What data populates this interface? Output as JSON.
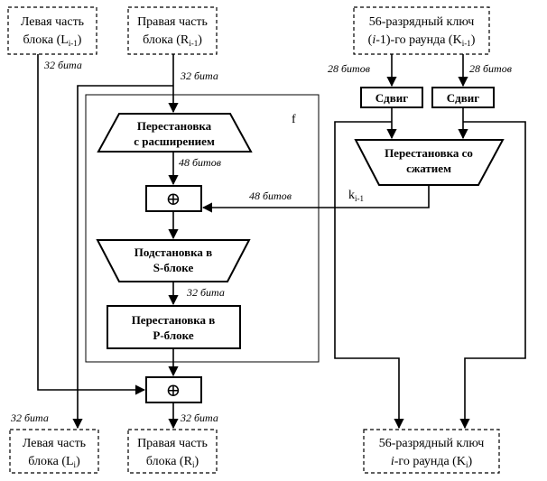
{
  "inputs": {
    "left": {
      "line1": "Левая часть",
      "line2_prefix": "блока (L",
      "line2_sub": "i-1",
      "line2_suffix": ")"
    },
    "right": {
      "line1": "Правая часть",
      "line2_prefix": "блока (R",
      "line2_sub": "i-1",
      "line2_suffix": ")"
    },
    "key": {
      "line1": "56-разрядный ключ",
      "line2_prefix": "(",
      "line2_italic": "i",
      "line2_mid": "-1)-го раунда (K",
      "line2_sub": "i-1",
      "line2_suffix": ")"
    }
  },
  "outputs": {
    "left": {
      "line1": "Левая часть",
      "line2_prefix": "блока (L",
      "line2_sub": "i",
      "line2_suffix": ")"
    },
    "right": {
      "line1": "Правая часть",
      "line2_prefix": "блока (R",
      "line2_sub": "i",
      "line2_suffix": ")"
    },
    "key": {
      "line1": "56-разрядный ключ",
      "line2_italic": "i",
      "line2_mid": "-го раунда (K",
      "line2_sub": "i",
      "line2_suffix": ")"
    }
  },
  "function_label": "f",
  "blocks": {
    "expansion": {
      "line1": "Перестановка",
      "line2": "с расширением"
    },
    "xor_symbol": "⊕",
    "sbox": {
      "line1": "Подстановка в",
      "line2": "S-блоке"
    },
    "pbox": {
      "line1": "Перестановка в",
      "line2": "P-блоке"
    },
    "shift_left": "Сдвиг",
    "shift_right": "Сдвиг",
    "compression": {
      "line1": "Перестановка со",
      "line2": "сжатием"
    }
  },
  "round_key": {
    "main": "k",
    "sub": "i-1"
  },
  "bit_labels": {
    "left_in": "32 бита",
    "right_in": "32 бита",
    "after_expansion": "48 битов",
    "key_48": "48 битов",
    "after_sbox": "32 бита",
    "out_left": "32 бита",
    "out_right": "32 бита",
    "key_left": "28 битов",
    "key_right": "28 битов"
  }
}
